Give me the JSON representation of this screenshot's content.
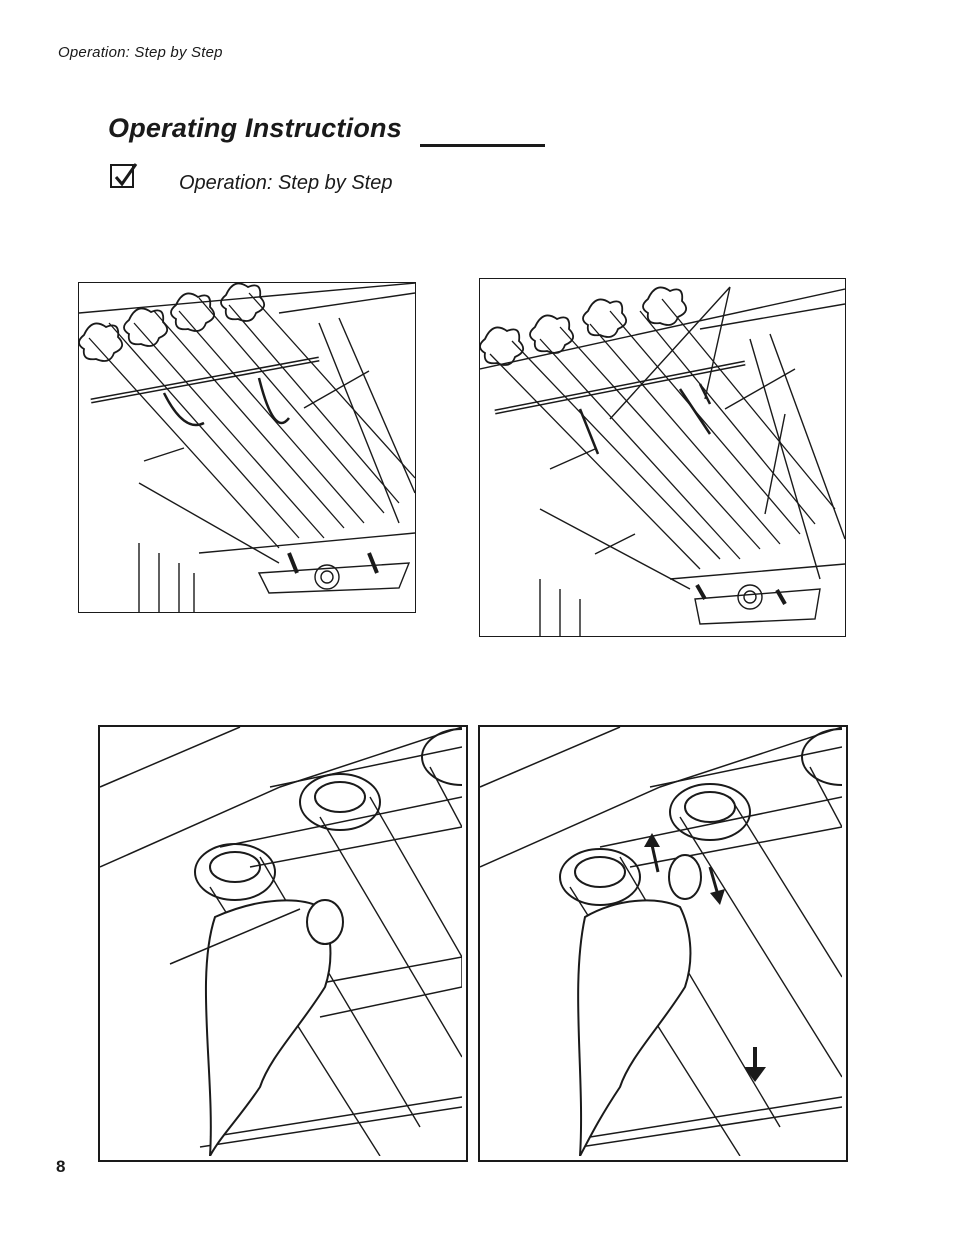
{
  "header": {
    "running_head": "Operation:  Step by Step",
    "title": "Operating Instructions",
    "subtitle": "Operation:  Step by Step"
  },
  "footer": {
    "page_number": "8"
  },
  "icons": {
    "checkbox": "checked-box-icon",
    "arrow": "arrow-icon"
  }
}
